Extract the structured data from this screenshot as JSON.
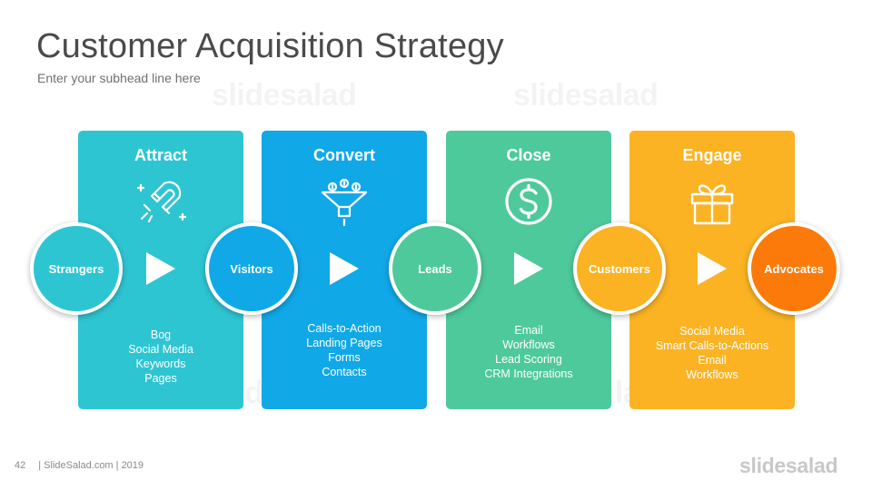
{
  "slide": {
    "title": "Customer Acquisition Strategy",
    "subhead": "Enter your subhead line here"
  },
  "watermark_text": "slidesalad",
  "stages": [
    {
      "title": "Attract",
      "icon": "magnet-icon",
      "color": "#2ec5d3",
      "items": [
        "Bog",
        "Social Media",
        "Keywords",
        "Pages"
      ]
    },
    {
      "title": "Convert",
      "icon": "funnel-icon",
      "color": "#11a8e8",
      "items": [
        "Calls-to-Action",
        "Landing Pages",
        "Forms",
        "Contacts"
      ]
    },
    {
      "title": "Close",
      "icon": "dollar-coin-icon",
      "color": "#4ec99c",
      "items": [
        "Email",
        "Workflows",
        "Lead Scoring",
        "CRM Integrations"
      ]
    },
    {
      "title": "Engage",
      "icon": "gift-icon",
      "color": "#fbb324",
      "items": [
        "Social Media",
        "Smart Calls-to-Actions",
        "Email",
        "Workflows"
      ]
    }
  ],
  "nodes": [
    {
      "label": "Strangers",
      "color": "#2ec5d3"
    },
    {
      "label": "Visitors",
      "color": "#11a8e8"
    },
    {
      "label": "Leads",
      "color": "#4ec99c"
    },
    {
      "label": "Customers",
      "color": "#fbb324"
    },
    {
      "label": "Advocates",
      "color": "#fb7a0a"
    }
  ],
  "footer": {
    "page_number": "42",
    "credit": "| SlideSalad.com | 2019",
    "logo": "slidesalad"
  }
}
